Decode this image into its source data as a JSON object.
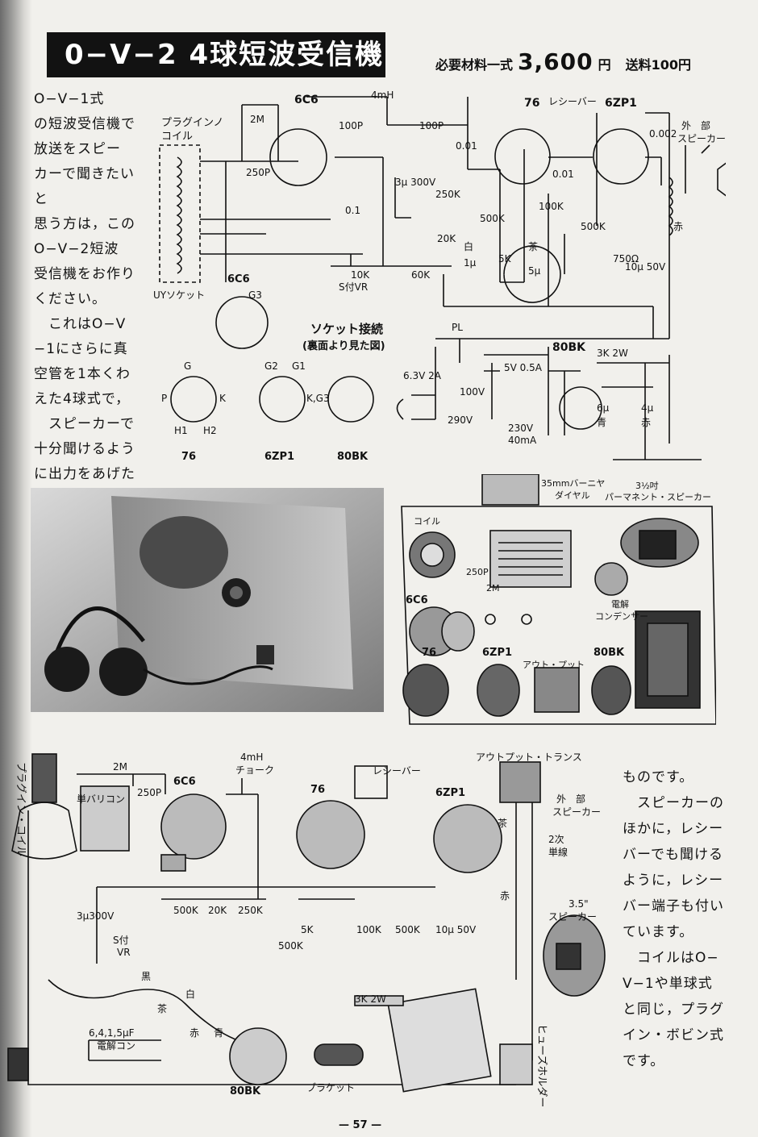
{
  "header": {
    "title": "0−V−2 4球短波受信機",
    "price_prefix": "必要材料一式",
    "price_value": "3,600",
    "price_unit": "円",
    "shipping": "送料100円"
  },
  "intro_text": "O−V−1式\nの短波受信機で\n放送をスピー\nカーで聞きたいと\n思う方は，この\nO−V−2短波\n受信機をお作り\nください。\n　これはO−V\n−1にさらに真\n空管を1本くわ\nえた4球式で，\n　スピーカーで\n十分聞けるよう\nに出力をあげた",
  "continued_text": "ものです。\n　スピーカーの\nほかに，レシー\nバーでも聞ける\nように，レシー\nバー端子も付い\nています。\n　コイルはO−\nV−1や単球式\nと同じ，プラグ\nイン・ボビン式\nです。",
  "schematic": {
    "tubes": [
      "6C6",
      "76",
      "6ZP1",
      "80BK"
    ],
    "coil_label": "プラグインノ\nコイル",
    "socket_label": "UYソケット",
    "receiver_label": "レシーバー",
    "ext_speaker_label": "外　部\nスピーカー",
    "labels_caps": [
      "100P",
      "100P",
      "250P",
      "0.01",
      "0.01",
      "0.002",
      "0.1",
      "3μ\n300V",
      "1μ",
      "5μ",
      "10μ\n50V",
      "6μ",
      "4μ"
    ],
    "labels_res": [
      "2M",
      "250K",
      "20K",
      "500K",
      "5K",
      "100K",
      "500K",
      "750Ω",
      "10K",
      "60K",
      "3K 2W"
    ],
    "choke": "4mH",
    "vr_label": "S付VR",
    "transformer_labels": [
      "6.3V 2A",
      "5V 0.5A",
      "100V",
      "290V",
      "230V\n40mA"
    ],
    "pl_label": "PL",
    "color_labels": [
      "白",
      "茶",
      "赤",
      "青",
      "赤"
    ],
    "socket_section_title": "ソケット接続",
    "socket_section_sub": "(裏面より見た図)",
    "pin_labels": {
      "G": "G",
      "P": "P",
      "K": "K",
      "H1": "H1",
      "H2": "H2",
      "G1": "G1",
      "G2": "G2",
      "G3": "G3",
      "KG3": "K,G3"
    }
  },
  "chassis_top": {
    "dial": "35mmバーニヤ\nダイヤル",
    "speaker": "3½吋\nパーマネント・スピーカー",
    "coil": "コイル",
    "cap": "電解\nコンデンサー",
    "output": "アウト・プット",
    "tubes": [
      "6C6",
      "76",
      "6ZP1",
      "80BK"
    ],
    "parts": [
      "250P",
      "2M"
    ]
  },
  "wiring": {
    "coil_v": "プラグイン・コイル",
    "vari": "単バリコン",
    "choke": "4mH\nチョーク",
    "out_trans": "アウトプット・トランス",
    "ext_spk": "外　部\nスピーカー",
    "secondary": "2次\n単線",
    "spk35": "3.5\"\nスピーカー",
    "elcap": "6,4,1,5μF\n電解コン",
    "bracket": "ブラケット",
    "fuse": "ヒューズホルダー",
    "res": [
      "2M",
      "250P",
      "500K",
      "20K",
      "250K",
      "3K 2W",
      "500K",
      "5K",
      "100K",
      "500K",
      "10μ 50V"
    ],
    "colors": [
      "黒",
      "白",
      "茶",
      "赤",
      "青",
      "茶",
      "赤"
    ],
    "vr": "S付\nVR",
    "cap3u": "3μ300V"
  },
  "page_number": "57"
}
